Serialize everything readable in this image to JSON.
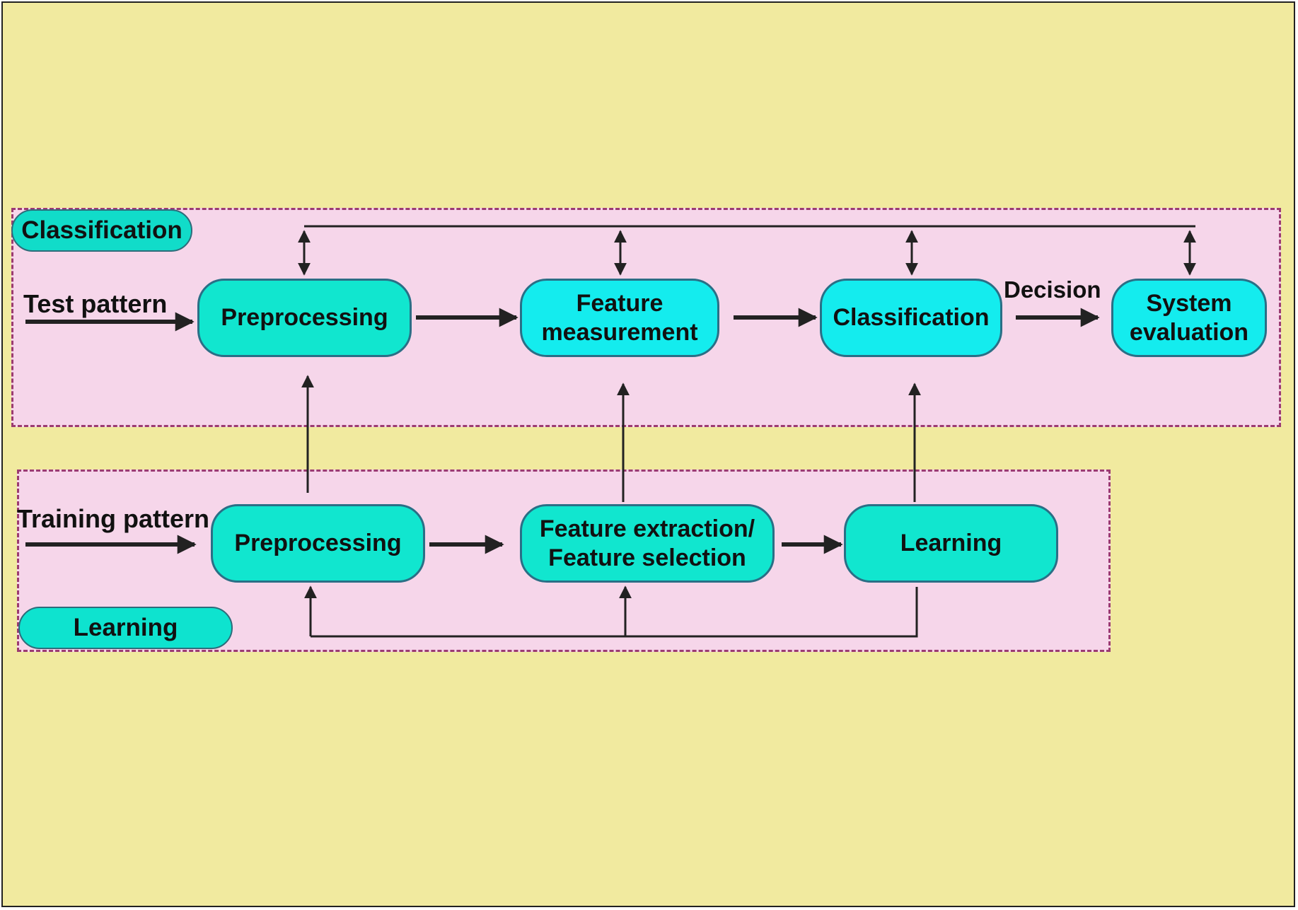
{
  "classification": {
    "region_label": "Classification",
    "input_label": "Test pattern",
    "nodes": {
      "preprocessing": "Preprocessing",
      "feature_measurement": "Feature\nmeasurement",
      "classification": "Classification",
      "system_evaluation": "System\nevaluation"
    },
    "decision_label": "Decision"
  },
  "learning": {
    "region_label": "Learning",
    "input_label": "Training pattern",
    "nodes": {
      "preprocessing": "Preprocessing",
      "feature_extraction": "Feature extraction/\nFeature selection",
      "learning": "Learning"
    }
  },
  "colors": {
    "background": "#f1ea9f",
    "region_fill": "#f6d6ea",
    "region_border": "#9b3b72",
    "node_teal": "#11e6cf",
    "node_cyan": "#14ecee",
    "arrow": "#222222"
  }
}
